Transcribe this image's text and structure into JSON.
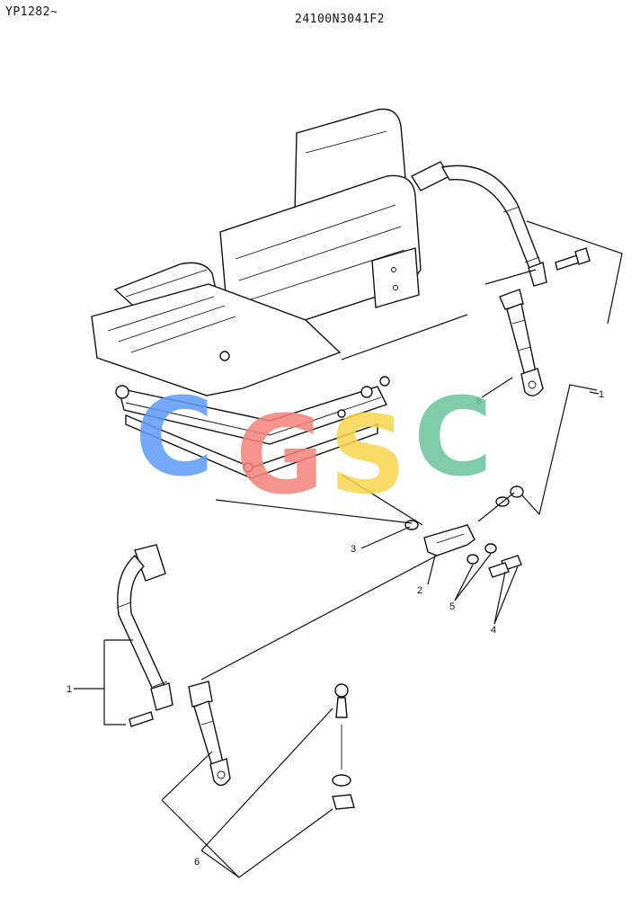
{
  "header": {
    "serial_range": "YP1282~",
    "drawing_code": "24100N3041F2"
  },
  "watermark": {
    "letters": [
      "C",
      "G",
      "S",
      "C"
    ],
    "colors": [
      "#5b9bf5",
      "#f2837a",
      "#f7d54f",
      "#6cc49a"
    ]
  },
  "callouts": [
    {
      "id": "c1a",
      "label": "1"
    },
    {
      "id": "c1b",
      "label": "1"
    },
    {
      "id": "c2",
      "label": "2"
    },
    {
      "id": "c3",
      "label": "3"
    },
    {
      "id": "c4",
      "label": "4"
    },
    {
      "id": "c5",
      "label": "5"
    },
    {
      "id": "c6a",
      "label": "6"
    },
    {
      "id": "c6b",
      "label": "6"
    }
  ]
}
